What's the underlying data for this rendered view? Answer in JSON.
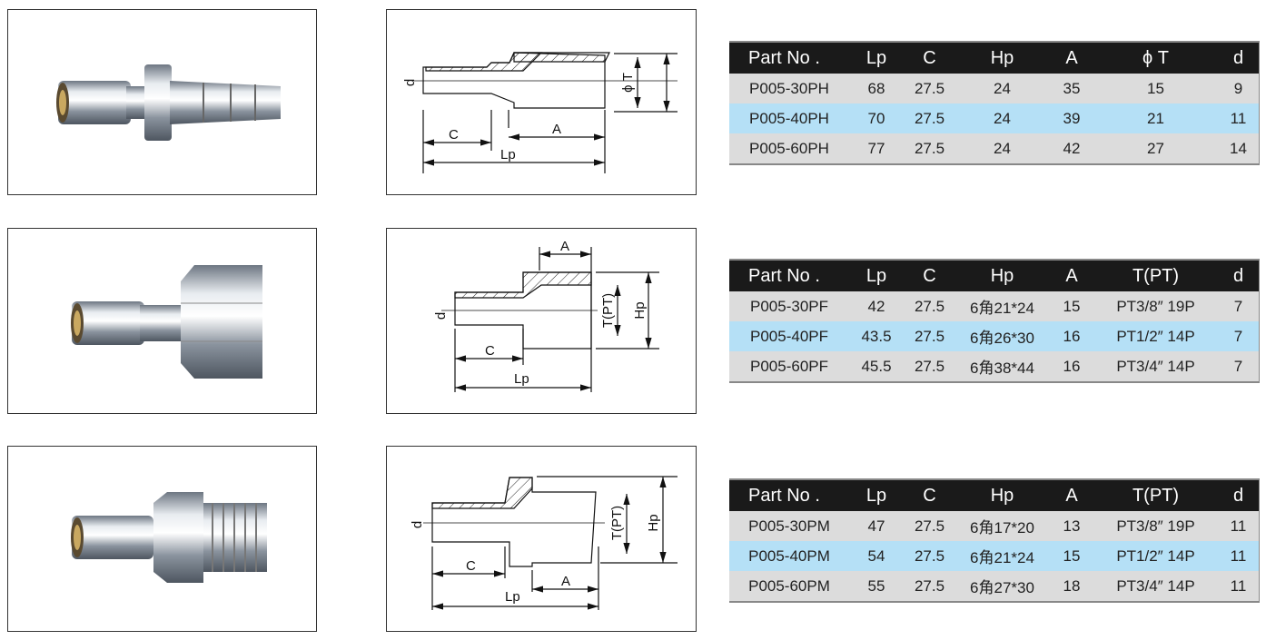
{
  "products": [
    {
      "id": "ph",
      "headers": [
        "Part No .",
        "Lp",
        "C",
        "Hp",
        "A",
        "ϕ T",
        "d"
      ],
      "rows": [
        [
          "P005-30PH",
          "68",
          "27.5",
          "24",
          "35",
          "15",
          "9"
        ],
        [
          "P005-40PH",
          "70",
          "27.5",
          "24",
          "39",
          "21",
          "11"
        ],
        [
          "P005-60PH",
          "77",
          "27.5",
          "24",
          "42",
          "27",
          "14"
        ]
      ],
      "dims": {
        "d": "d",
        "c": "C",
        "lp": "Lp",
        "a": "A",
        "t": "ϕ T"
      }
    },
    {
      "id": "pf",
      "headers": [
        "Part No .",
        "Lp",
        "C",
        "Hp",
        "A",
        "T(PT)",
        "d"
      ],
      "rows": [
        [
          "P005-30PF",
          "42",
          "27.5",
          "6角21*24",
          "15",
          "PT3/8″ 19P",
          "7"
        ],
        [
          "P005-40PF",
          "43.5",
          "27.5",
          "6角26*30",
          "16",
          "PT1/2″ 14P",
          "7"
        ],
        [
          "P005-60PF",
          "45.5",
          "27.5",
          "6角38*44",
          "16",
          "PT3/4″ 14P",
          "7"
        ]
      ],
      "dims": {
        "d": "d",
        "c": "C",
        "lp": "Lp",
        "a": "A",
        "t": "T(PT)",
        "hp": "Hp"
      }
    },
    {
      "id": "pm",
      "headers": [
        "Part No .",
        "Lp",
        "C",
        "Hp",
        "A",
        "T(PT)",
        "d"
      ],
      "rows": [
        [
          "P005-30PM",
          "47",
          "27.5",
          "6角17*20",
          "13",
          "PT3/8″ 19P",
          "11"
        ],
        [
          "P005-40PM",
          "54",
          "27.5",
          "6角21*24",
          "15",
          "PT1/2″ 14P",
          "11"
        ],
        [
          "P005-60PM",
          "55",
          "27.5",
          "6角27*30",
          "18",
          "PT3/4″ 14P",
          "11"
        ]
      ],
      "dims": {
        "d": "d",
        "c": "C",
        "lp": "Lp",
        "a": "A",
        "t": "T(PT)",
        "hp": "Hp"
      }
    }
  ],
  "colors": {
    "header": "#1a1a1a",
    "row": "#dcdcdc",
    "highlight": "#b5e0f6"
  }
}
